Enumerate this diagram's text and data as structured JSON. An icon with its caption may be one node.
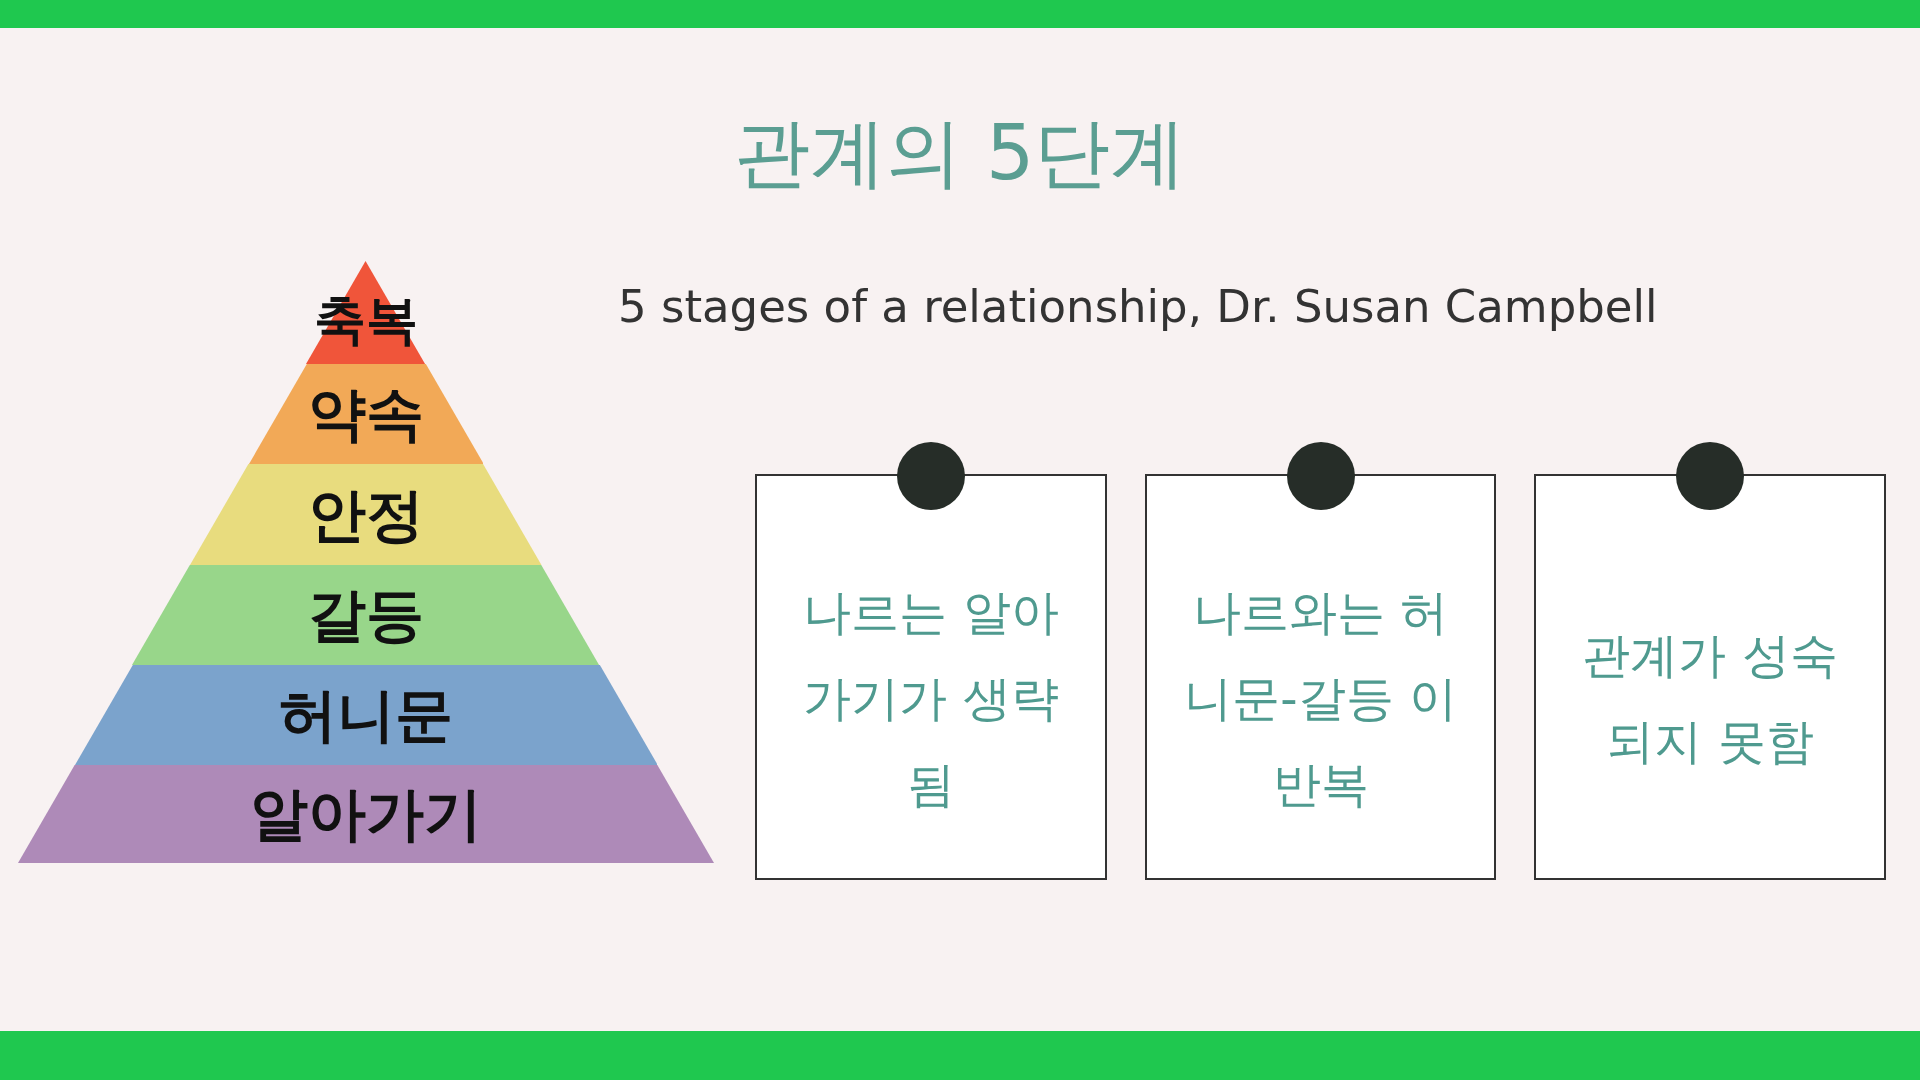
{
  "diagram": {
    "title": "관계의 5단계",
    "nodes": [
      {
        "text": [
          "축복"
        ]
      },
      {
        "text": [
          "약속"
        ]
      },
      {
        "text": [
          "안정"
        ]
      },
      {
        "text": [
          "갈등"
        ]
      },
      {
        "text": [
          "허니문"
        ]
      },
      {
        "text": [
          "알아가기"
        ]
      },
      {
        "text": [
          "나르는 알아가기가 생략됨"
        ]
      },
      {
        "text": [
          "나르와는 허니문-갈등 이 반복"
        ]
      },
      {
        "text": [
          "관계가 성숙되지 못함"
        ]
      }
    ],
    "edges": [],
    "labels": [
      "5 stages of a relationship, Dr. Susan Campbell"
    ]
  }
}
